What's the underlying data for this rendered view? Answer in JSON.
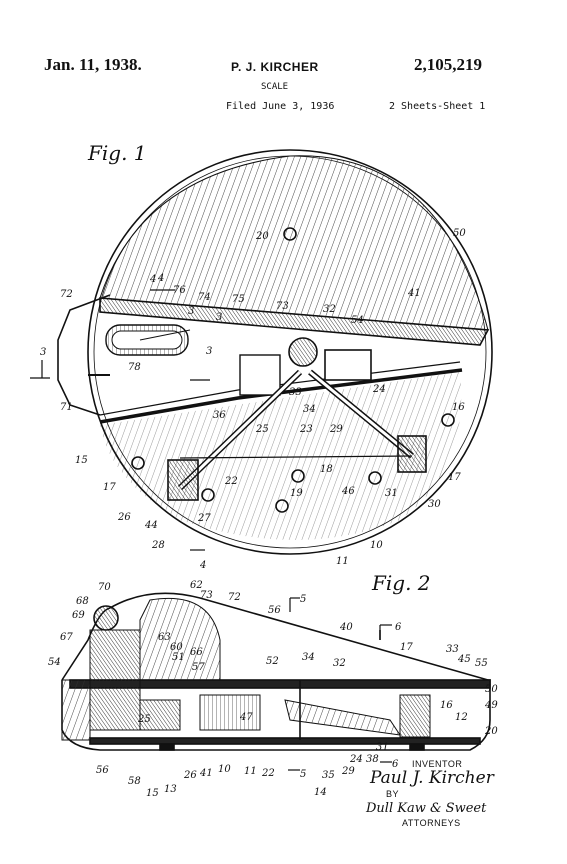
{
  "header": {
    "date": "Jan. 11, 1938.",
    "inventor": "P. J. KIRCHER",
    "patent_number": "2,105,219",
    "kind": "SCALE",
    "filed": "Filed June 3, 1936",
    "sheets": "2 Sheets-Sheet 1"
  },
  "figures": {
    "fig1": "Fig. 1",
    "fig2": "Fig. 2"
  },
  "section_marks": {
    "fig1": [
      "3",
      "3",
      "4",
      "4"
    ],
    "fig2": [
      "5",
      "5",
      "6",
      "6"
    ]
  },
  "fig1_labels": [
    "20",
    "50",
    "4",
    "76",
    "74",
    "75",
    "73",
    "72",
    "32",
    "54",
    "41",
    "3",
    "3",
    "78",
    "71",
    "36",
    "33",
    "34",
    "24",
    "16",
    "25",
    "29",
    "23",
    "18",
    "15",
    "17",
    "19",
    "46",
    "31",
    "17",
    "22",
    "26",
    "44",
    "27",
    "28",
    "30",
    "11",
    "10"
  ],
  "fig2_labels": [
    "70",
    "62",
    "73",
    "72",
    "56",
    "68",
    "69",
    "63",
    "60",
    "57",
    "67",
    "54",
    "51",
    "66",
    "52",
    "55",
    "40",
    "32",
    "34",
    "33",
    "45",
    "50",
    "49",
    "20",
    "12",
    "16",
    "17",
    "47",
    "25",
    "56",
    "58",
    "15",
    "13",
    "26",
    "41",
    "10",
    "11",
    "22",
    "35",
    "29",
    "24",
    "38",
    "31",
    "14"
  ],
  "footer": {
    "inventor_caption": "INVENTOR",
    "inventor_signature": "Paul J. Kircher",
    "by": "BY",
    "attorney_signature": "Dull Kaw & Sweet",
    "attorneys_caption": "ATTORNEYS"
  }
}
